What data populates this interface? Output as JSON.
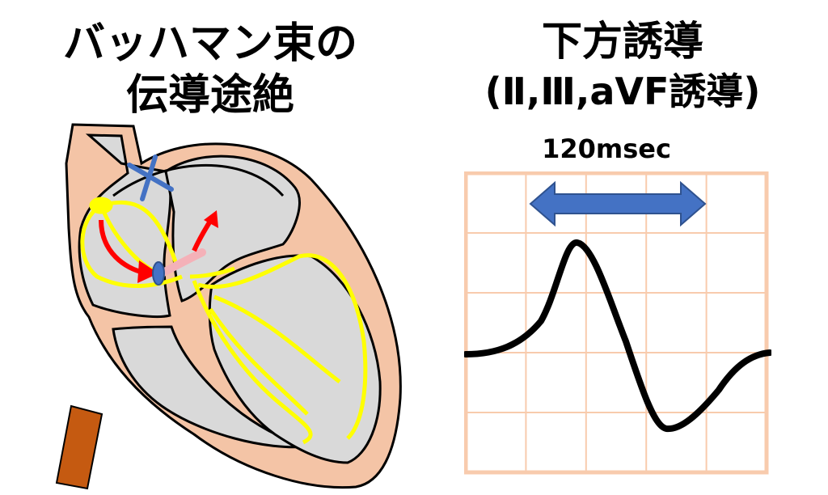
{
  "left_title": {
    "line1": "バッハマン束の",
    "line2": "伝導途絶"
  },
  "right_title": {
    "line1": "下方誘導",
    "line2": "(Ⅱ,Ⅲ,aVF誘導)"
  },
  "duration_label": "120msec",
  "colors": {
    "heart_tissue": "#f4c4a6",
    "chamber": "#d9d9d9",
    "conduction": "#ffff00",
    "block_mark": "#4472c4",
    "conduction_arrow": "#ff0000",
    "aorta": "#c55a11",
    "ecg_grid": "#f8cbad",
    "ecg_trace": "#000000",
    "duration_arrow": "#4472c4"
  },
  "icons": {
    "block_mark": "x-cross-icon",
    "av_node": "oval-node-icon"
  }
}
